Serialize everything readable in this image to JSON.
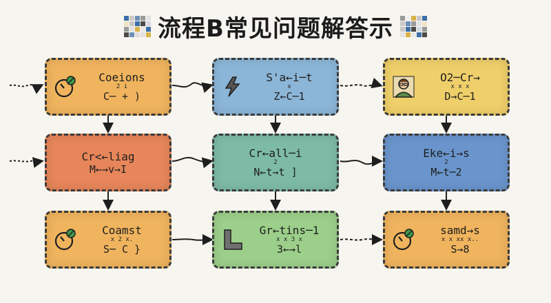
{
  "title": "流程B常见问题解答示",
  "colors": {
    "orange": "#f0b45e",
    "blue": "#8cb6d8",
    "yellow": "#efcf6a",
    "red_orange": "#e7865a",
    "teal": "#7dbba6",
    "navy_blue": "#6a95cc",
    "green": "#9ccf8a"
  },
  "nodes": [
    {
      "id": "r1c1",
      "icon": "timer-icon",
      "color": "orange",
      "line1": "Coeions",
      "marks": "  2  i",
      "line2": "C─  + )"
    },
    {
      "id": "r1c2",
      "icon": "lightning-icon",
      "color": "blue",
      "line1": "S'a←i─t",
      "marks": "  x",
      "line2": "Z←C─1"
    },
    {
      "id": "r1c3",
      "icon": "person-icon",
      "color": "yellow",
      "line1": "O2─Cr→",
      "marks": "x  x  x",
      "line2": "D→C─1"
    },
    {
      "id": "r2c1",
      "icon": "",
      "color": "red_orange",
      "line1": "Cr<←liag",
      "marks": "",
      "line2": "M←→v→I"
    },
    {
      "id": "r2c2",
      "icon": "",
      "color": "teal",
      "line1": "Cr←all─i",
      "marks": "  2",
      "line2": "N←t→t ]"
    },
    {
      "id": "r2c3",
      "icon": "",
      "color": "navy_blue",
      "line1": "Eke←i→s",
      "marks": "  2",
      "line2": "M←t─2"
    },
    {
      "id": "r3c1",
      "icon": "timer-icon",
      "color": "orange",
      "line1": "Coamst",
      "marks": "x  2  x.",
      "line2": "S─ C }"
    },
    {
      "id": "r3c2",
      "icon": "bracket-icon",
      "color": "green",
      "line1": "Gr←tins─1",
      "marks": "x x 3 x",
      "line2": "3←→l"
    },
    {
      "id": "r3c3",
      "icon": "timer-icon",
      "color": "orange",
      "line1": "samd→s",
      "marks": "x x  xx x..",
      "line2": "S→8"
    }
  ]
}
